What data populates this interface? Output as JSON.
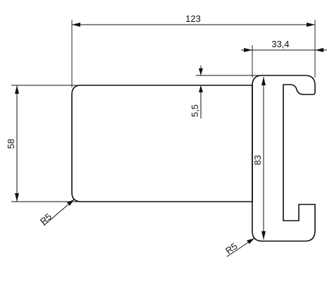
{
  "dimensions": {
    "overall_length": "123",
    "head_width": "33,4",
    "offset": "5,5",
    "body_height": "58",
    "head_height": "83",
    "radius_body": "R5",
    "radius_head": "R5"
  },
  "colors": {
    "line": "#111111",
    "background": "#ffffff"
  }
}
